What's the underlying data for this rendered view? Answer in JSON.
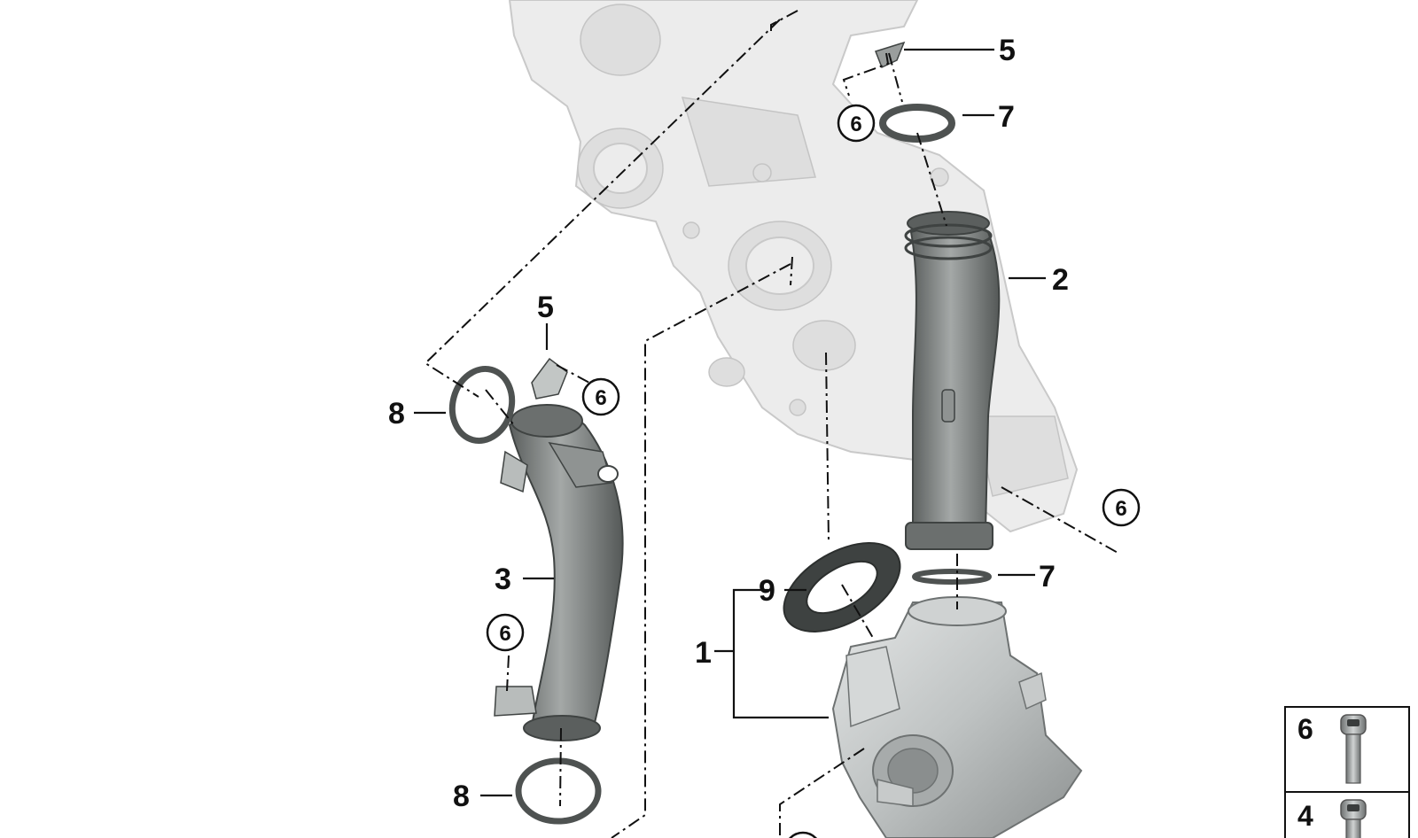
{
  "diagram": {
    "labels": {
      "l1": "1",
      "l2": "2",
      "l3": "3",
      "l5a": "5",
      "l5b": "5",
      "l7a": "7",
      "l7b": "7",
      "l8a": "8",
      "l8b": "8",
      "l9": "9",
      "c6a": "6",
      "c6b": "6",
      "c6c": "6",
      "c6d": "6"
    },
    "legend": {
      "row1": "6",
      "row2": "4"
    },
    "colors": {
      "pipe": "#7d8180",
      "pipe_dark": "#4e5251",
      "ghost": "#ececec",
      "line": "#111111"
    }
  }
}
